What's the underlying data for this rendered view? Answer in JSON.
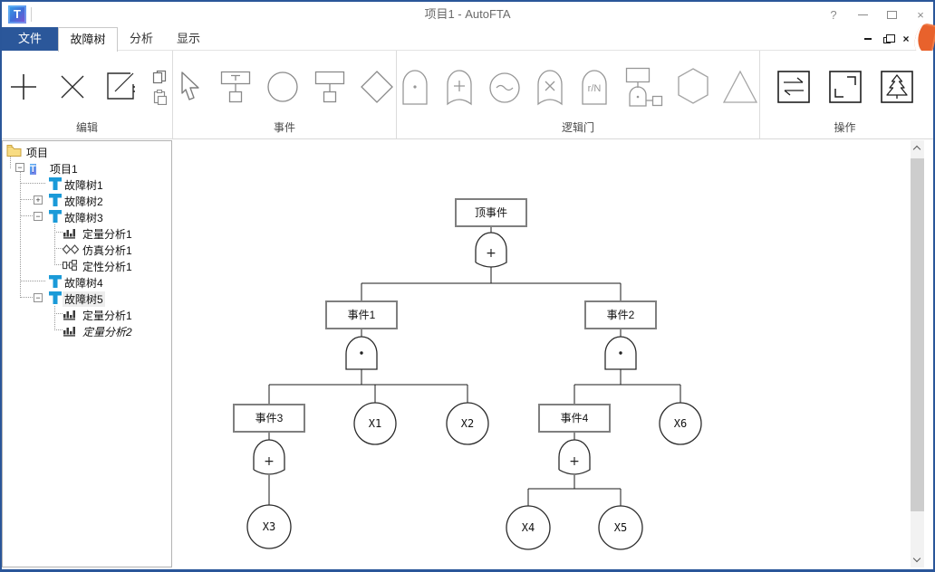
{
  "window": {
    "title": "项目1 - AutoFTA",
    "app_icon_letter": "T",
    "help_glyph": "?"
  },
  "tabs": {
    "file": "文件",
    "fault_tree": "故障树",
    "analysis": "分析",
    "display": "显示"
  },
  "ribbon": {
    "groups": {
      "edit": "编辑",
      "event": "事件",
      "gate": "逻辑门",
      "ops": "操作"
    },
    "voting_gate_label": "r/N"
  },
  "tree": {
    "expander_minus": "−",
    "expander_plus": "+",
    "items": [
      {
        "label": "项目"
      },
      {
        "label": "项目1"
      },
      {
        "label": "故障树1"
      },
      {
        "label": "故障树2"
      },
      {
        "label": "故障树3"
      },
      {
        "label": "定量分析1"
      },
      {
        "label": "仿真分析1"
      },
      {
        "label": "定性分析1"
      },
      {
        "label": "故障树4"
      },
      {
        "label": "故障树5"
      },
      {
        "label": "定量分析1"
      },
      {
        "label": "定量分析2"
      }
    ],
    "selected_item": "故障树5"
  },
  "diagram": {
    "labels": {
      "top": "顶事件",
      "e1": "事件1",
      "e2": "事件2",
      "e3": "事件3",
      "e4": "事件4",
      "x1": "X1",
      "x2": "X2",
      "x3": "X3",
      "x4": "X4",
      "x5": "X5",
      "x6": "X6"
    },
    "or_symbol": "+",
    "gate_types": {
      "under_top": "OR",
      "under_e1": "AND",
      "under_e2": "AND",
      "under_e3": "OR",
      "under_e4": "OR"
    }
  },
  "colors": {
    "frame_blue": "#2a5699",
    "file_tab_blue": "#2b579a",
    "tree_icon_blue": "#1a9ad8",
    "folder_yellow": "#f8dc82",
    "overlay_orange": "#e8622c"
  }
}
